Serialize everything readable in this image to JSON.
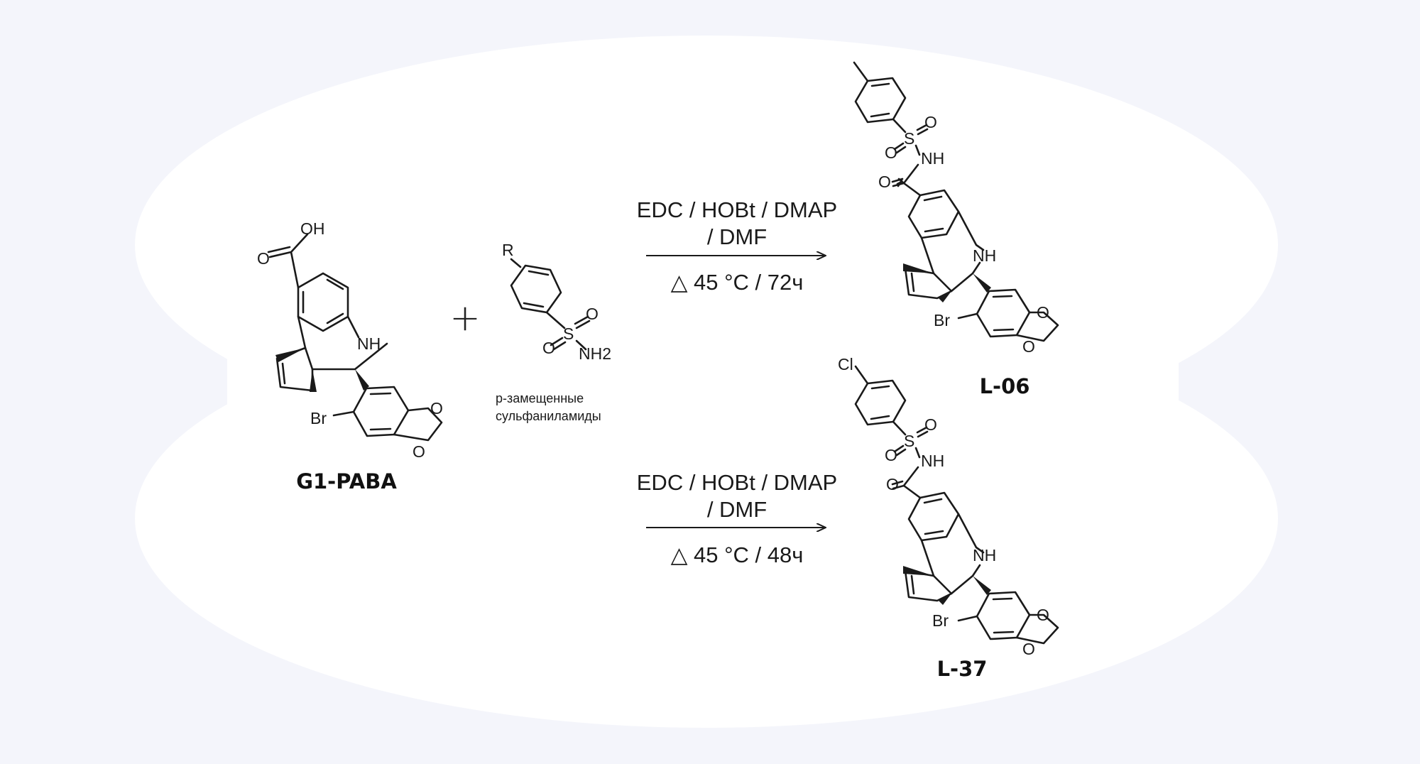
{
  "colors": {
    "background": "#f4f5fb",
    "blob": "#ffffff",
    "ink": "#1a1a1a"
  },
  "reactant": {
    "name": "G1-PABA",
    "atoms": {
      "oh": "OH",
      "o": "O",
      "nh": "NH",
      "br": "Br",
      "o1": "O",
      "o2": "O"
    }
  },
  "plus": "+",
  "reagent": {
    "r": "R",
    "o1": "O",
    "o2": "O",
    "s": "S",
    "nh2": "NH2",
    "caption_line1": "р-замещенные",
    "caption_line2": "сульфаниламиды"
  },
  "reactions": [
    {
      "line1": "EDC / HOBt / DMAP",
      "line2": "/ DMF",
      "line3": "△ 45 °C / 72ч",
      "product": {
        "name": "L-06",
        "substituent": "",
        "atoms": {
          "o1": "O",
          "o2": "O",
          "s": "S",
          "nh": "NH",
          "o3": "O",
          "nh2": "NH",
          "br": "Br",
          "o4": "O",
          "o5": "O"
        }
      }
    },
    {
      "line1": "EDC / HOBt / DMAP",
      "line2": "/ DMF",
      "line3": "△ 45 °C / 48ч",
      "product": {
        "name": "L-37",
        "substituent": "Cl",
        "atoms": {
          "o1": "O",
          "o2": "O",
          "s": "S",
          "nh": "NH",
          "o3": "O",
          "nh2": "NH",
          "br": "Br",
          "o4": "O",
          "o5": "O"
        }
      }
    }
  ]
}
